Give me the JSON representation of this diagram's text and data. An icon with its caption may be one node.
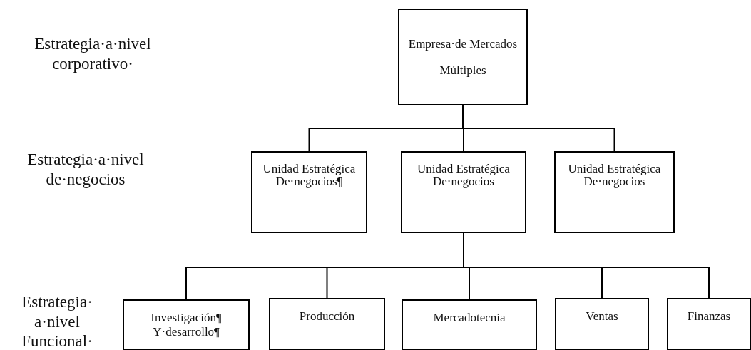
{
  "diagram": {
    "nodes": [
      {
        "text": [
          "Empresa·de Mercados Múltiples"
        ]
      },
      {
        "text": [
          "Unidad Estratégica De·negocios¶"
        ]
      },
      {
        "text": [
          "Unidad Estratégica De·negocios"
        ]
      },
      {
        "text": [
          "Unidad Estratégica De·negocios"
        ]
      },
      {
        "text": [
          "Investigación¶ Y·desarrollo¶"
        ]
      },
      {
        "text": [
          "Producción"
        ]
      },
      {
        "text": [
          "Mercadotecnia"
        ]
      },
      {
        "text": [
          "Ventas"
        ]
      },
      {
        "text": [
          "Finanzas"
        ]
      }
    ],
    "edges": [
      {
        "from": 0,
        "to": 1,
        "arrow": "none"
      },
      {
        "from": 0,
        "to": 2,
        "arrow": "none"
      },
      {
        "from": 0,
        "to": 3,
        "arrow": "none"
      },
      {
        "from": 2,
        "to": 4,
        "arrow": "none"
      },
      {
        "from": 2,
        "to": 5,
        "arrow": "none"
      },
      {
        "from": 2,
        "to": 6,
        "arrow": "none"
      },
      {
        "from": 2,
        "to": 7,
        "arrow": "none"
      },
      {
        "from": 2,
        "to": 8,
        "arrow": "none"
      }
    ],
    "labels": [
      "Estrategia·a·nivel corporativo·",
      "Estrategia·a·nivel de·negocios",
      "Estrategia· a·nivel Funcional·"
    ]
  }
}
